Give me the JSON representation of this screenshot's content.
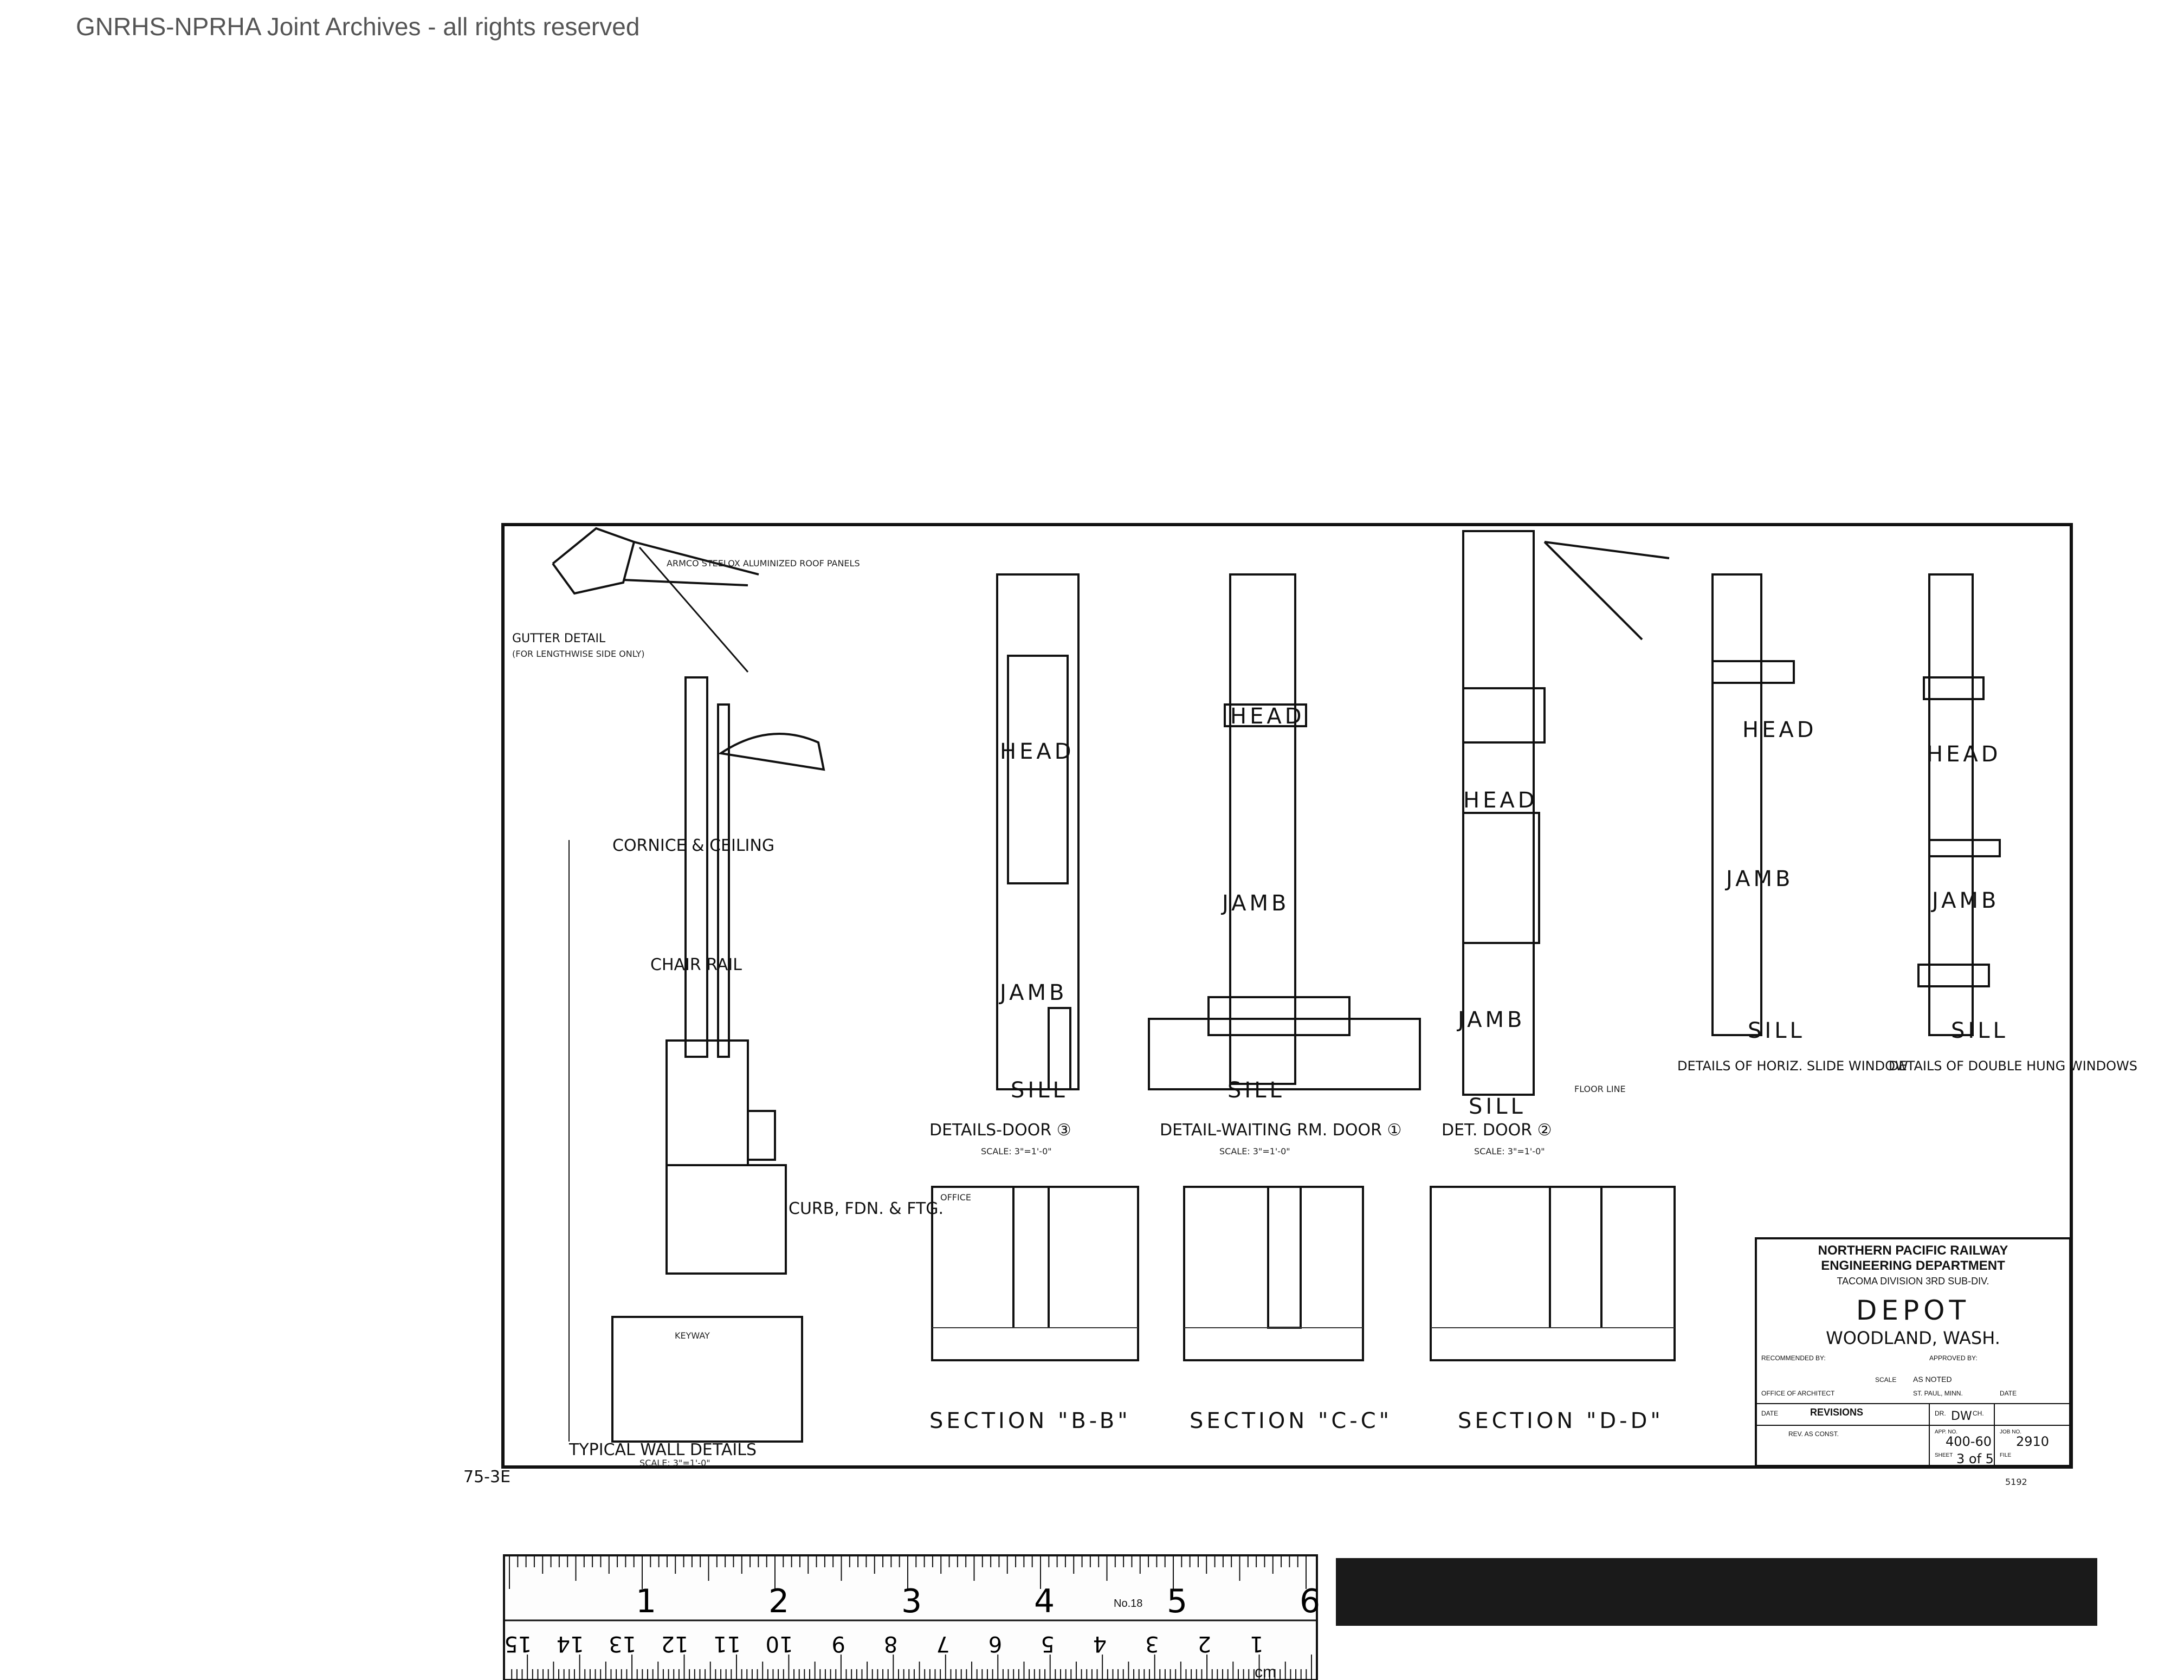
{
  "watermark": "GNRHS-NPRHA Joint Archives - all rights reserved",
  "drawing": {
    "gutter_detail": "GUTTER DETAIL",
    "gutter_note": "(FOR LENGTHWISE SIDE ONLY)",
    "roof_note": "ARMCO STEELOX ALUMINIZED ROOF PANELS",
    "cornice": "CORNICE & CEILING",
    "chair_rail": "CHAIR RAIL",
    "curb": "CURB, FDN. & FTG.",
    "keyway": "KEYWAY",
    "typical_wall": "TYPICAL WALL DETAILS",
    "scale_3": "SCALE: 3\"=1'-0\"",
    "head": "HEAD",
    "jamb": "JAMB",
    "sill": "SILL",
    "details_door3": "DETAILS-DOOR ③",
    "detail_waiting": "DETAIL-WAITING RM. DOOR ①",
    "det_door2": "DET. DOOR ②",
    "horiz_slide": "DETAILS OF HORIZ. SLIDE WINDOW",
    "double_hung": "DETAILS OF DOUBLE HUNG WINDOWS",
    "section_bb": "SECTION \"B-B\"",
    "section_cc": "SECTION \"C-C\"",
    "section_dd": "SECTION \"D-D\"",
    "office": "OFFICE",
    "floor_line": "FLOOR LINE",
    "margin_number": "75-3E",
    "margin_number_right": "5192"
  },
  "title_block": {
    "company": "NORTHERN PACIFIC RAILWAY",
    "dept": "ENGINEERING DEPARTMENT",
    "division": "TACOMA DIVISION 3RD SUB-DIV.",
    "title": "DEPOT",
    "location": "WOODLAND, WASH.",
    "recommended": "RECOMMENDED BY:",
    "approved": "APPROVED BY:",
    "scale": "SCALE",
    "scale_value": "AS NOTED",
    "office_label": "OFFICE OF ARCHITECT",
    "city": "ST. PAUL, MINN.",
    "date_label": "DATE",
    "revisions": "REVISIONS",
    "rev_row": "REV. AS CONST.",
    "dr": "DR.",
    "dr_value": "DW",
    "ch": "CH.",
    "app_no_label": "APP. NO.",
    "app_no": "400-60",
    "job_no_label": "JOB NO.",
    "job_no": "2910",
    "sheet_label": "SHEET",
    "sheet_value": "3 of 5",
    "file_label": "FILE"
  },
  "ruler": {
    "inch_labels": [
      "1",
      "2",
      "3",
      "4",
      "5",
      "6"
    ],
    "cm_labels": [
      "1",
      "2",
      "3",
      "4",
      "5",
      "6",
      "7",
      "8",
      "9",
      "10",
      "11",
      "12",
      "13",
      "14",
      "15"
    ],
    "cm_unit": "cm",
    "brand": "No.18"
  }
}
